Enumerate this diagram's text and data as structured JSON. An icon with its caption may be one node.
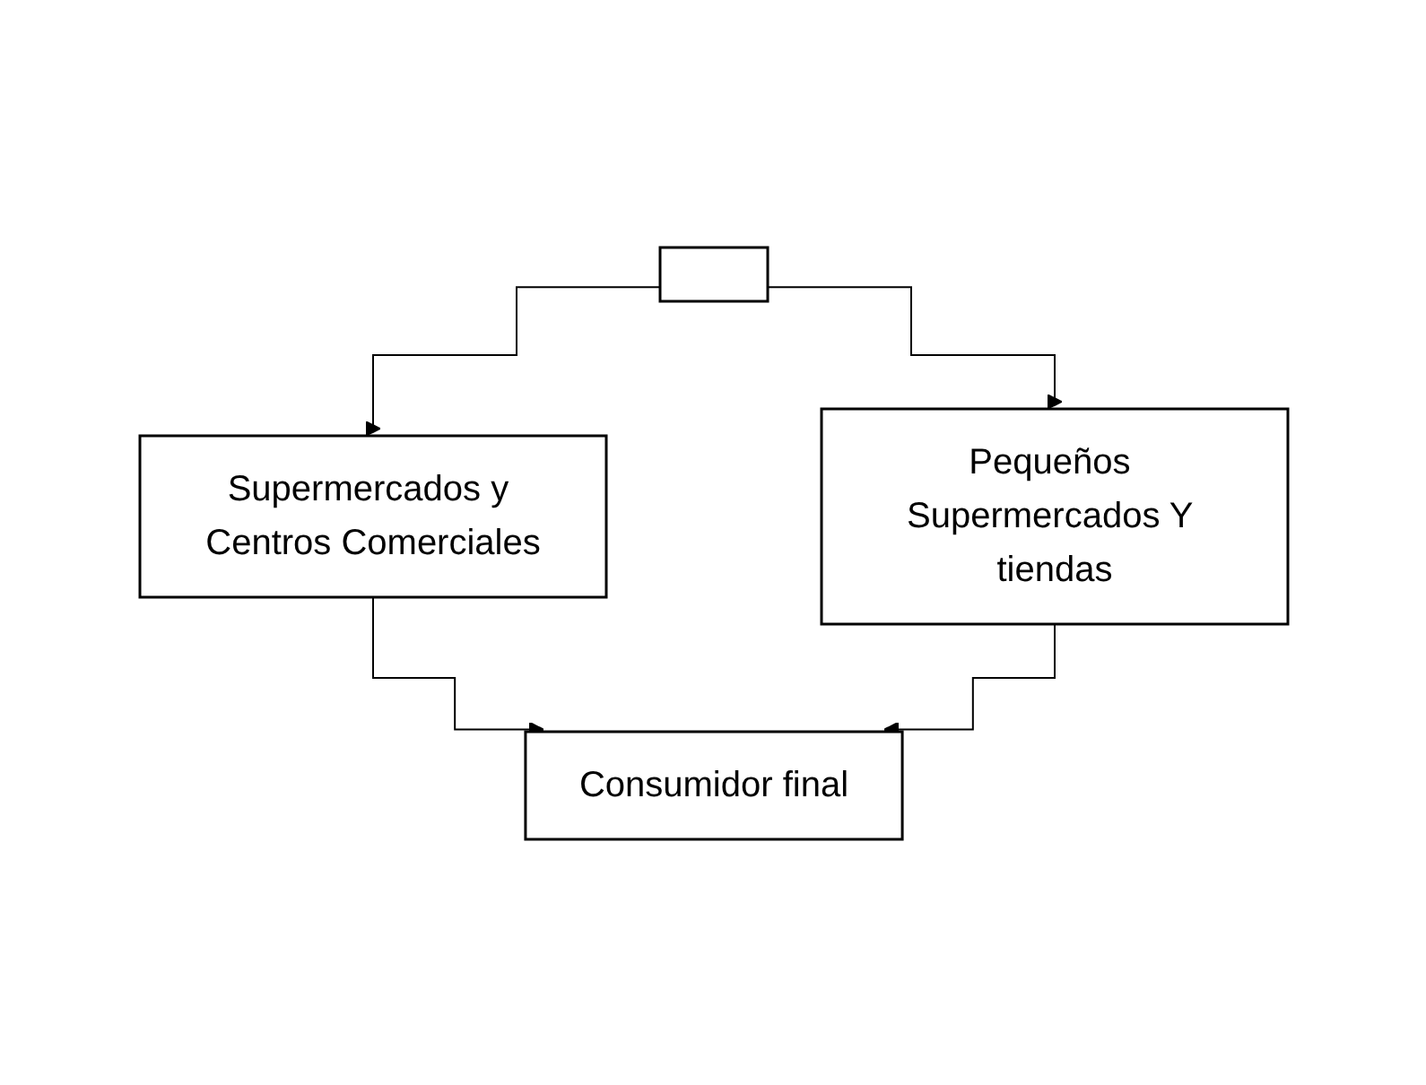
{
  "diagram": {
    "nodes": [
      {
        "text": [],
        "shape": "box"
      },
      {
        "text": [
          "Supermercados y Centros Comerciales"
        ]
      },
      {
        "text": [
          "Pequeños Supermercados Y tiendas"
        ]
      },
      {
        "text": [
          "Consumidor final"
        ]
      }
    ],
    "edges": [
      {
        "from": 0,
        "to": 1,
        "arrow": "to"
      },
      {
        "from": 0,
        "to": 2,
        "arrow": "to"
      },
      {
        "from": 1,
        "to": 3,
        "arrow": "to"
      },
      {
        "from": 2,
        "to": 3,
        "arrow": "to"
      }
    ]
  }
}
